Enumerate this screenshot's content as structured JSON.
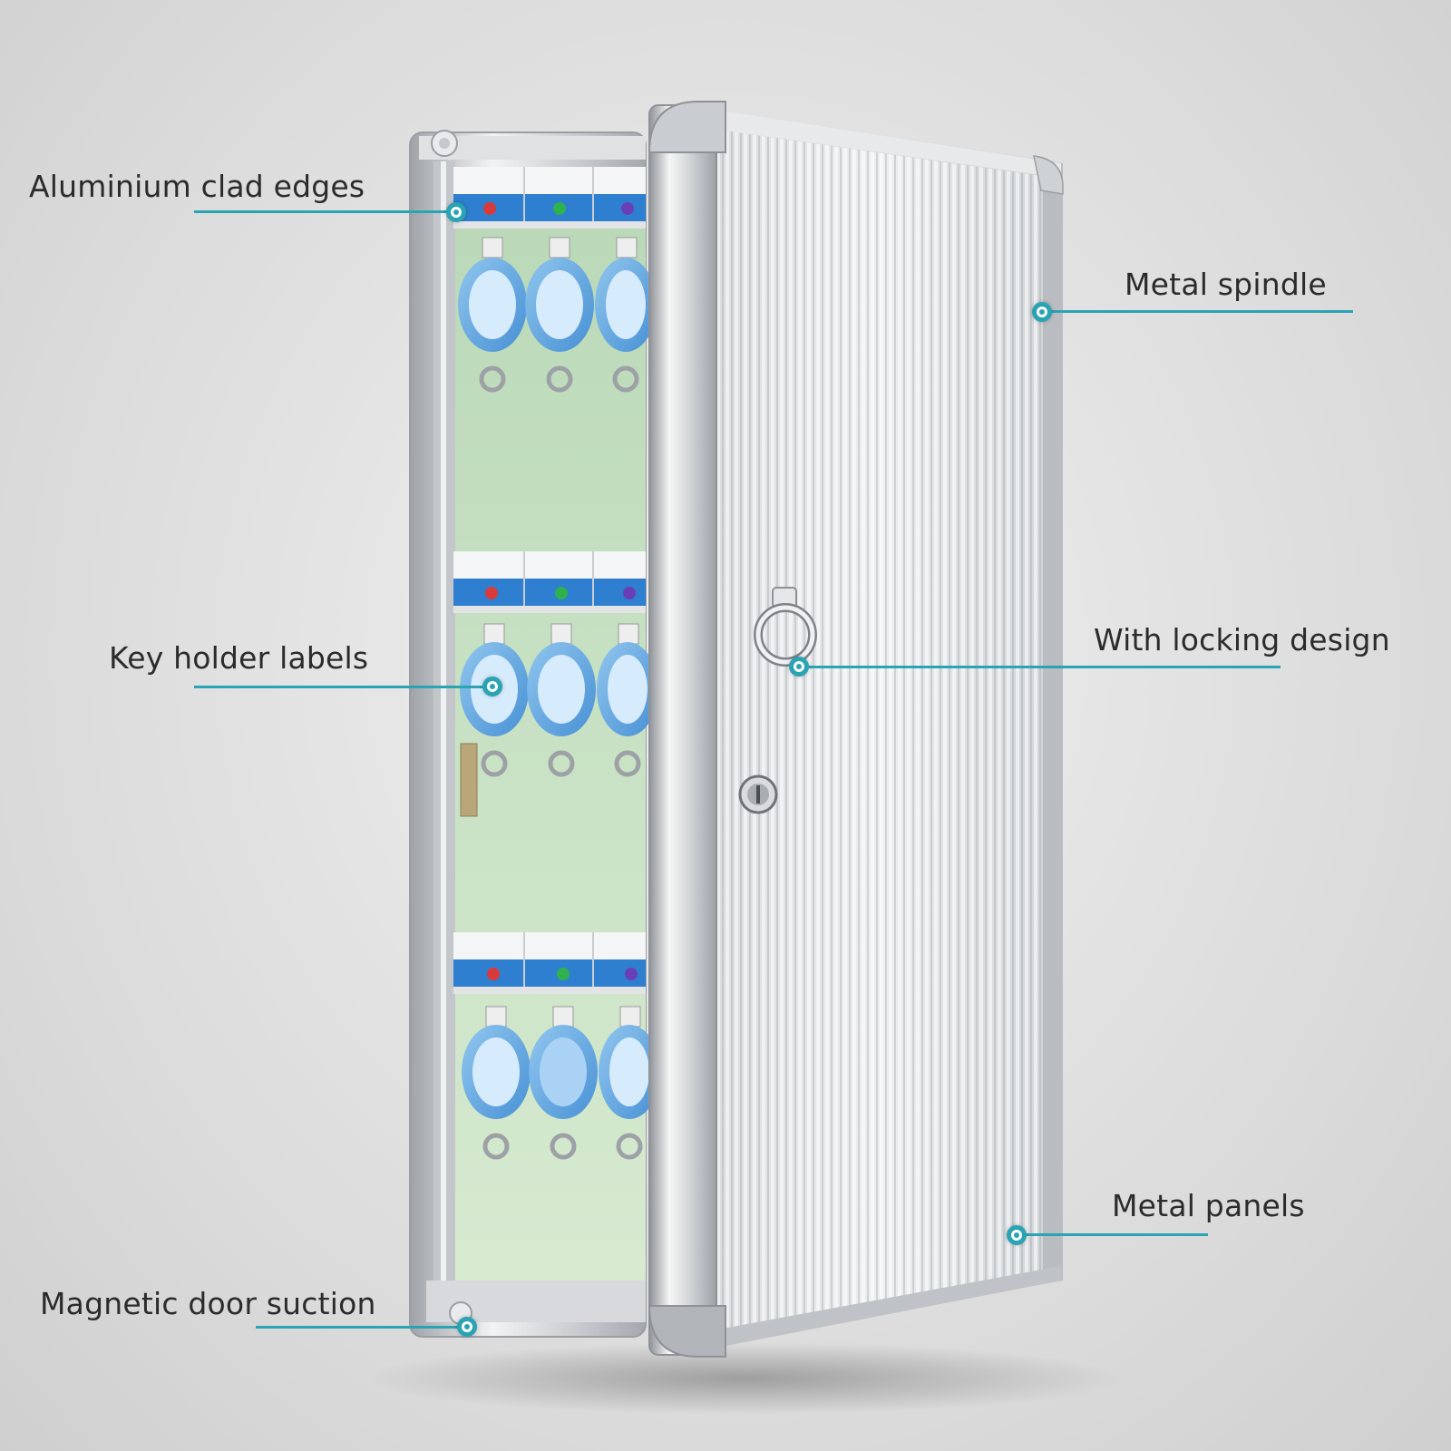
{
  "callouts": {
    "aluminium_edges": "Aluminium clad edges",
    "key_labels": "Key holder labels",
    "magnetic_suction": "Magnetic door suction",
    "metal_spindle": "Metal spindle",
    "locking_design": "With locking design",
    "metal_panels": "Metal panels"
  },
  "colors": {
    "accent": "#2aa3b3",
    "interior": "#cfe6c8",
    "label_strip": "#2f7fd0",
    "key_tag": "#4f9be0",
    "frame": "#c8cbcf"
  }
}
